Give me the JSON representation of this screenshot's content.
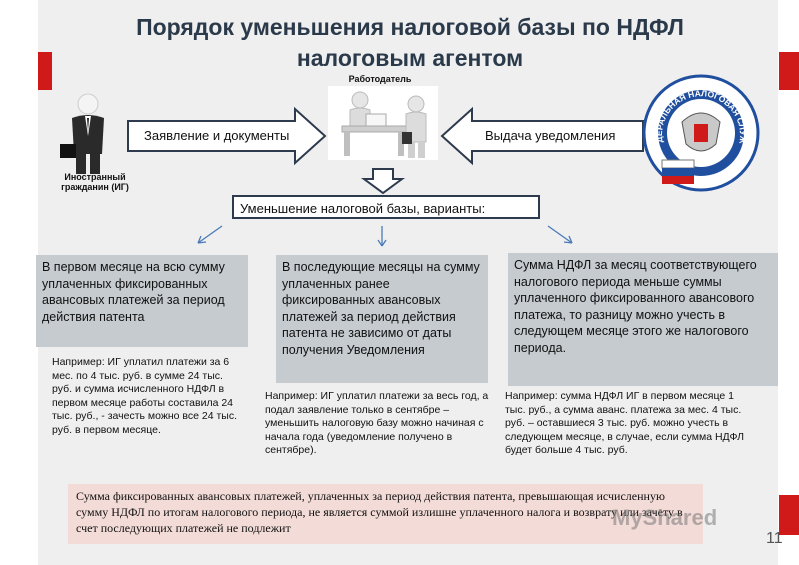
{
  "title_line1": "Порядок уменьшения налоговой базы по НДФЛ",
  "title_line2": "налоговым агентом",
  "employer_label": "Работодатель",
  "foreigner_label_line1": "Иностранный",
  "foreigner_label_line2": "гражданин (ИГ)",
  "arrow_left_label": "Заявление и документы",
  "arrow_right_label": "Выдача уведомления",
  "variants_label": "Уменьшение налоговой базы, варианты:",
  "box1": "В первом месяце на всю сумму уплаченных фиксированных авансовых платежей за период действия патента",
  "box2": "В последующие месяцы на сумму уплаченных ранее фиксированных авансовых платежей за период действия патента не зависимо от даты получения Уведомления",
  "box3": "Сумма НДФЛ за месяц соответствующего налогового периода меньше суммы уплаченного фиксированного авансового платежа, то разницу можно учесть в следующем месяце этого же налогового периода.",
  "example1": "Например: ИГ уплатил платежи за 6 мес. по 4 тыс. руб. в сумме 24 тыс. руб. и сумма исчисленного НДФЛ в первом месяце работы составила 24 тыс. руб., - зачесть можно все 24 тыс. руб. в первом месяце.",
  "example2": "Например: ИГ уплатил платежи за весь год, а подал заявление только в сентябре – уменьшить налоговую базу можно начиная с начала года (уведомление получено в сентябре).",
  "example3": "Например: сумма НДФЛ ИГ в первом месяце 1 тыс. руб., а сумма аванс. платежа за мес. 4 тыс. руб. – оставшиеся 3 тыс. руб. можно учесть в следующем месяце, в случае, если сумма НДФЛ будет больше 4 тыс. руб.",
  "bottom_note": "Сумма фиксированных авансовых платежей, уплаченных за период действия патента, превышающая исчисленную сумму НДФЛ по итогам налогового периода, не является суммой излишне уплаченного налога и возврату или зачету в счет последующих платежей не подлежит",
  "emblem_text": "ФЕДЕРАЛЬНАЯ НАЛОГОВАЯ СЛУЖБА",
  "watermark": "MyShared",
  "page_number": "11",
  "colors": {
    "accent_red": "#d01a1a",
    "gray_box": "#c5cbcf",
    "pink_box": "#f3dbd7",
    "title": "#2b3a4a"
  }
}
